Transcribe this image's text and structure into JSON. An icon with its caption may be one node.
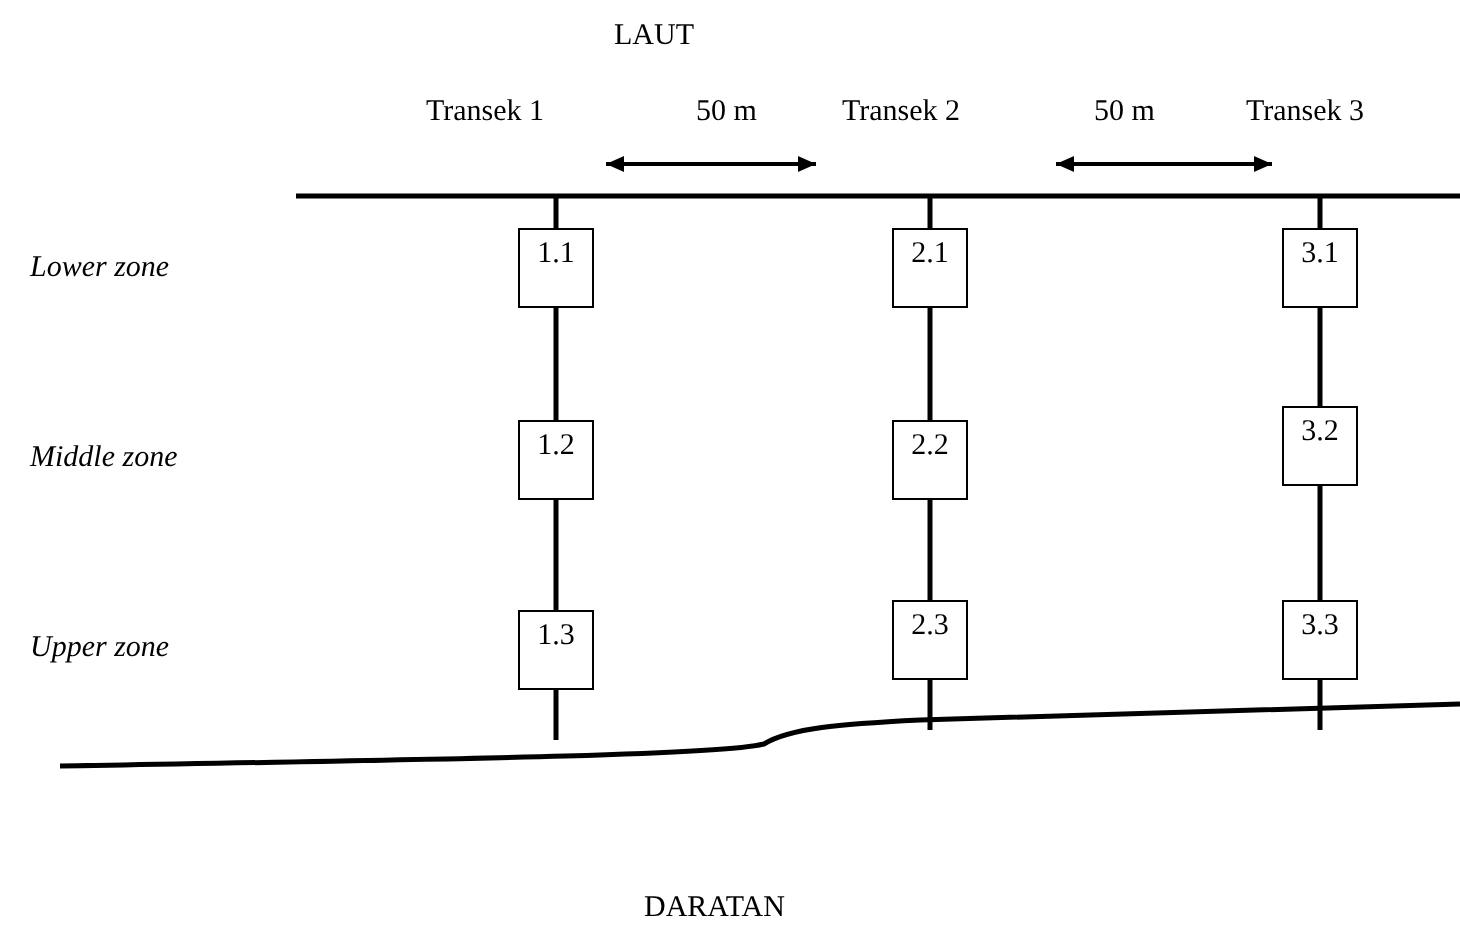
{
  "diagram": {
    "nodes": [
      {
        "text": [
          "1.1"
        ]
      },
      {
        "text": [
          "1.2"
        ]
      },
      {
        "text": [
          "1.3"
        ]
      },
      {
        "text": [
          "2.1"
        ]
      },
      {
        "text": [
          "2.2"
        ]
      },
      {
        "text": [
          "2.3"
        ]
      },
      {
        "text": [
          "3.1"
        ]
      },
      {
        "text": [
          "3.2"
        ]
      },
      {
        "text": [
          "3.3"
        ]
      }
    ],
    "edges": [
      {
        "from": null,
        "to": 0,
        "arrow": "none"
      },
      {
        "from": 0,
        "to": 1,
        "arrow": "none"
      },
      {
        "from": 1,
        "to": 2,
        "arrow": "none"
      },
      {
        "from": 2,
        "to": null,
        "arrow": "none"
      },
      {
        "from": null,
        "to": 3,
        "arrow": "none"
      },
      {
        "from": 3,
        "to": 4,
        "arrow": "none"
      },
      {
        "from": 4,
        "to": 5,
        "arrow": "none"
      },
      {
        "from": 5,
        "to": null,
        "arrow": "none"
      },
      {
        "from": null,
        "to": 6,
        "arrow": "none"
      },
      {
        "from": 6,
        "to": 7,
        "arrow": "none"
      },
      {
        "from": 7,
        "to": 8,
        "arrow": "none"
      },
      {
        "from": 8,
        "to": null,
        "arrow": "none"
      }
    ],
    "labels": [
      "LAUT",
      "Transek 1",
      "50 m",
      "Transek 2",
      "50 m",
      "Transek 3",
      "Lower zone",
      "Middle zone",
      "Upper zone",
      "DARATAN"
    ]
  }
}
